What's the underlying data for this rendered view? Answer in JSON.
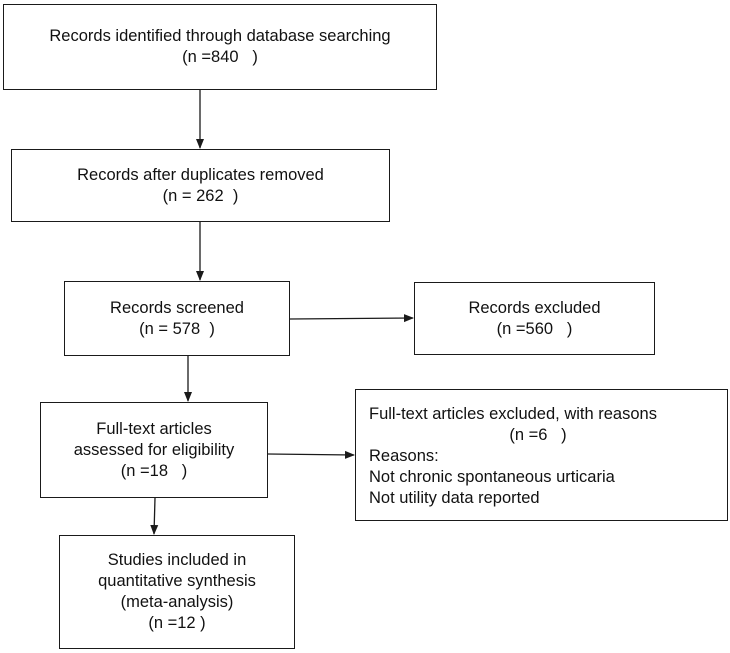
{
  "flow": {
    "identified": {
      "title": "Records identified through database searching",
      "count": "(n =840   )"
    },
    "duplicates_removed": {
      "title": "Records after duplicates removed",
      "count": "(n = 262  )"
    },
    "screened": {
      "title": "Records screened",
      "count": "(n = 578  )"
    },
    "excluded": {
      "title": "Records excluded",
      "count": "(n =560   )"
    },
    "full_text": {
      "line1": "Full-text articles",
      "line2": "assessed for eligibility",
      "count": "(n =18   )"
    },
    "full_text_excluded": {
      "title": "Full-text articles excluded, with reasons",
      "count": "(n =6   )",
      "reasons_label": "Reasons:",
      "reasons": [
        "Not chronic spontaneous urticaria",
        "Not utility data reported"
      ]
    },
    "included": {
      "line1": "Studies included in",
      "line2": "quantitative synthesis",
      "line3": "(meta-analysis)",
      "count": "(n =12 )"
    }
  },
  "colors": {
    "border": "#1a1a1a",
    "text": "#111111",
    "background": "#ffffff"
  }
}
